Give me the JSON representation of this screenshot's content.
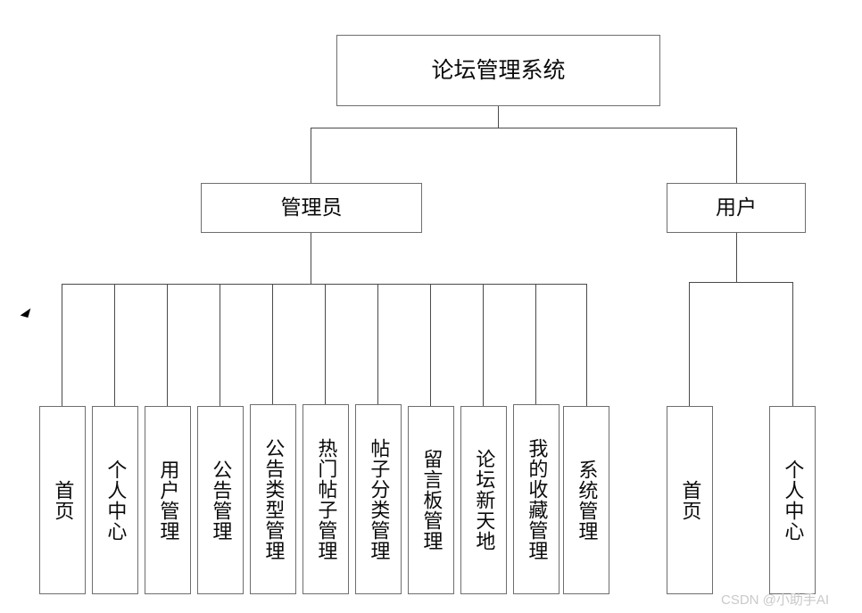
{
  "diagram": {
    "title": "论坛管理系统",
    "type": "功能结构图",
    "root": {
      "label": "论坛管理系统"
    },
    "level2": [
      {
        "label": "管理员"
      },
      {
        "label": "用户"
      }
    ],
    "admin_children": [
      {
        "label": "首页"
      },
      {
        "label": "个人中心"
      },
      {
        "label": "用户管理"
      },
      {
        "label": "公告管理"
      },
      {
        "label": "公告类型管理"
      },
      {
        "label": "热门帖子管理"
      },
      {
        "label": "帖子分类管理"
      },
      {
        "label": "留言板管理"
      },
      {
        "label": "论坛新天地"
      },
      {
        "label": "我的收藏管理"
      },
      {
        "label": "系统管理"
      }
    ],
    "user_children": [
      {
        "label": "首页"
      },
      {
        "label": "个人中心"
      }
    ]
  },
  "watermark": {
    "text": "CSDN @小助手AI"
  },
  "colors": {
    "box_border": "#6e6e6e",
    "line": "#4a4a4a",
    "text": "#0b0b0b",
    "background": "#ffffff",
    "watermark": "#c9c9c9"
  }
}
